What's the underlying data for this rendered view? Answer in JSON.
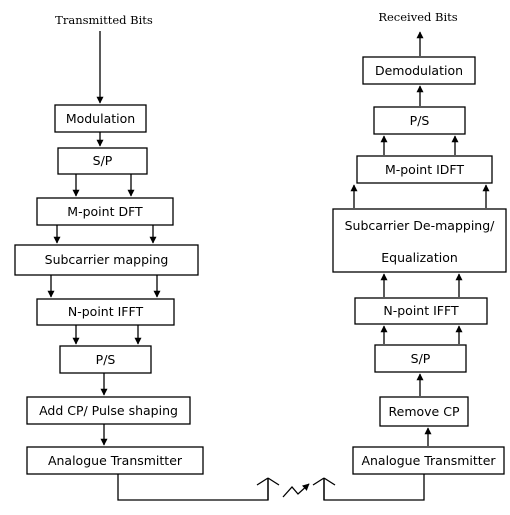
{
  "transmitter": {
    "title": "Transmitted Bits",
    "modulation": "Modulation",
    "sp": "S/P",
    "dft": "M-point DFT",
    "mapping": "Subcarrier mapping",
    "ifft": "N-point IFFT",
    "ps": "P/S",
    "cp": "Add CP/ Pulse shaping",
    "analogue": "Analogue Transmitter"
  },
  "receiver": {
    "title": "Received Bits",
    "demodulation": "Demodulation",
    "ps": "P/S",
    "idft": "M-point IDFT",
    "demapping_line1": "Subcarrier De-mapping/",
    "demapping_line2": "Equalization",
    "ifft": "N-point IFFT",
    "sp": "S/P",
    "remove_cp": "Remove CP",
    "analogue": "Analogue Transmitter"
  },
  "channel": {
    "antennas": [
      "tx-antenna",
      "rx-antenna"
    ],
    "wave_icon": "lightning-wave-icon"
  }
}
